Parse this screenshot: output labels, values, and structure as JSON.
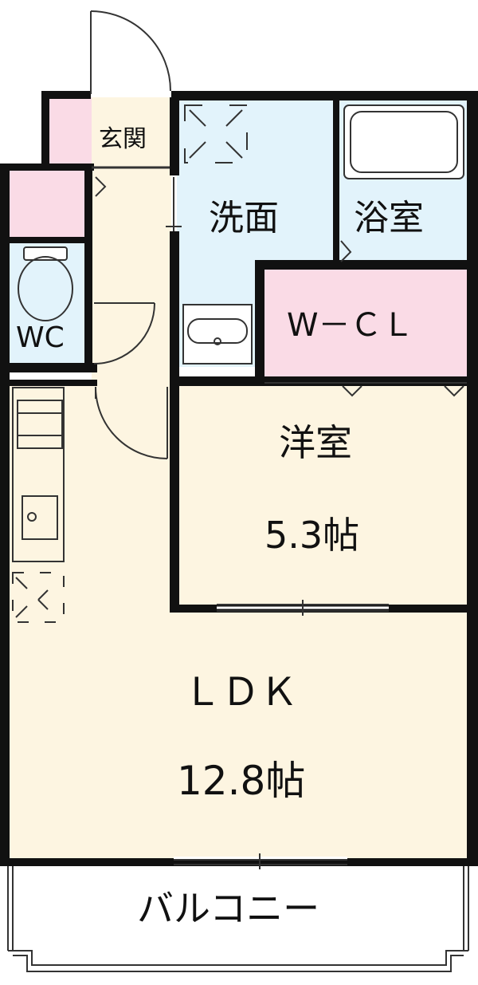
{
  "rooms": {
    "genkan": "玄関",
    "senmen": "洗面",
    "yokushitsu": "浴室",
    "wc": "WC",
    "wcl": "W－ＣＬ",
    "youshitsu": "洋室",
    "youshitsu_size": "5.3帖",
    "ldk": "ＬＤＫ",
    "ldk_size": "12.8帖",
    "balcony": "バルコニー"
  },
  "colors": {
    "wall": "#111111",
    "wet_area": "#e2f3fb",
    "living": "#fdf5e1",
    "storage": "#fadbe6",
    "fixture_line": "#333333"
  }
}
